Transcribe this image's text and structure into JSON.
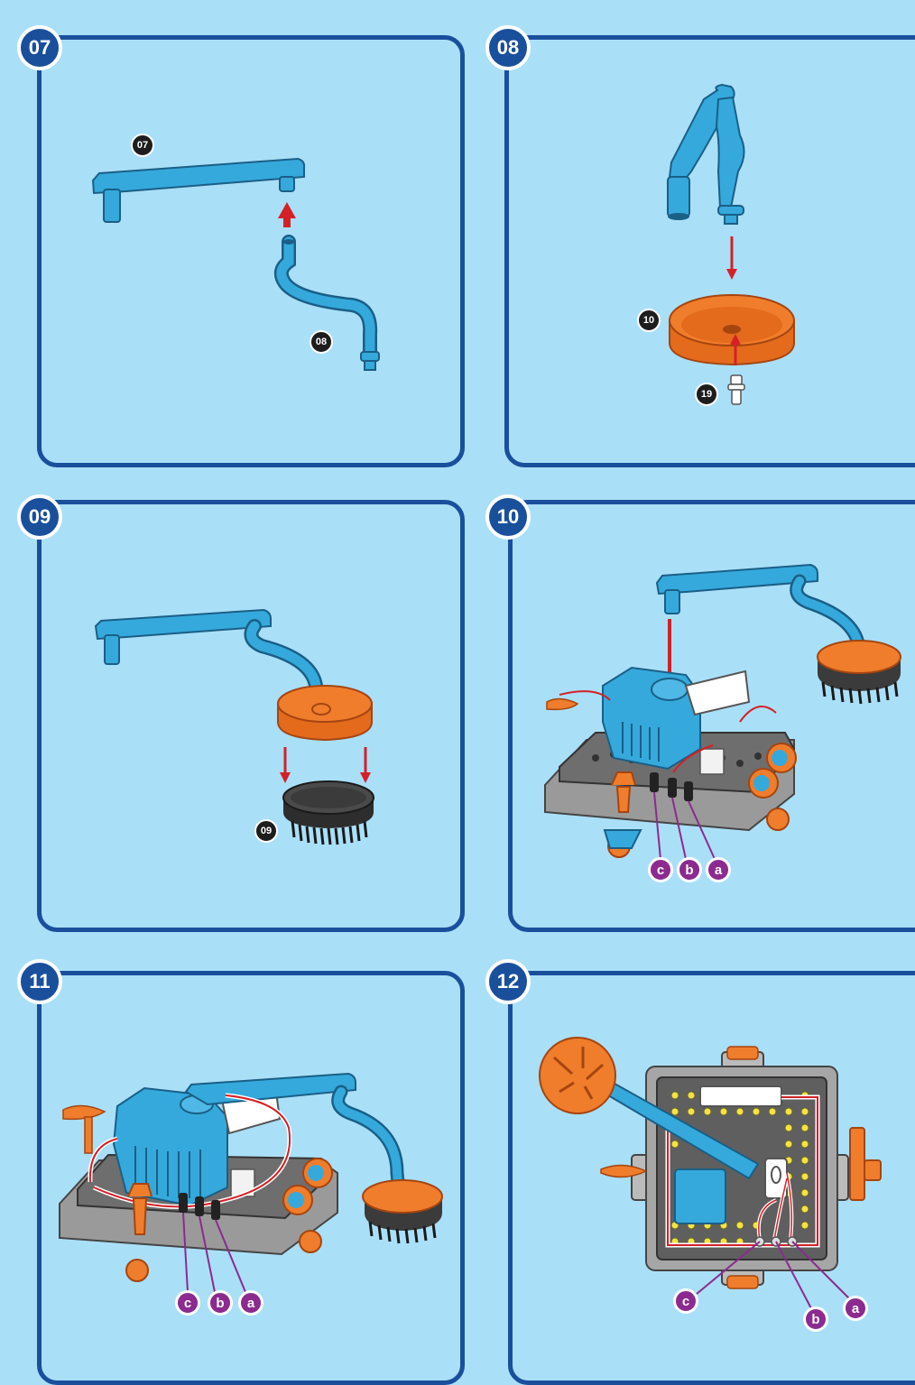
{
  "steps": [
    {
      "number": "07",
      "parts": [
        "07",
        "08"
      ]
    },
    {
      "number": "08",
      "parts": [
        "10",
        "19"
      ]
    },
    {
      "number": "09",
      "parts": [
        "09"
      ]
    },
    {
      "number": "10",
      "wires": [
        "c",
        "b",
        "a"
      ]
    },
    {
      "number": "11",
      "wires": [
        "c",
        "b",
        "a"
      ]
    },
    {
      "number": "12",
      "wires": [
        "c",
        "b",
        "a"
      ]
    }
  ],
  "colors": {
    "frame": "#1a4f9c",
    "background": "#aadff8",
    "part_blue": "#35a9dc",
    "part_orange": "#f07d2b",
    "part_dark": "#3b3b3b",
    "arrow_red": "#d42027",
    "wire_tag": "#8c2a8f",
    "chassis_gray": "#9a9a9a"
  }
}
